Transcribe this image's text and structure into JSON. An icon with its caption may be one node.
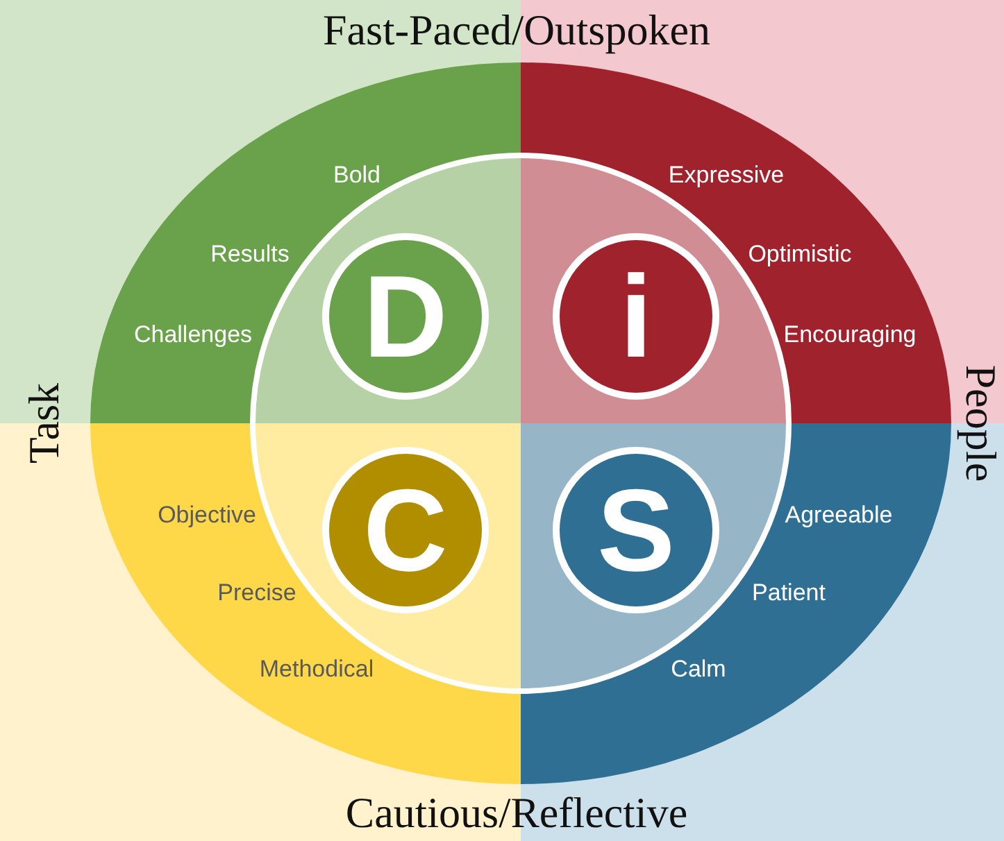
{
  "diagram": {
    "nodes": [
      {
        "text": [
          "D"
        ]
      },
      {
        "text": [
          "i"
        ]
      },
      {
        "text": [
          "C"
        ]
      },
      {
        "text": [
          "S"
        ]
      }
    ],
    "labels": [
      "Fast-Paced/Outspoken",
      "Bold",
      "Expressive",
      "Results",
      "Optimistic",
      "Challenges",
      "Encouraging",
      "Task",
      "People",
      "Objective",
      "Agreeable",
      "Precise",
      "Patient",
      "Methodical",
      "Calm",
      "Cautious/Reflective"
    ]
  }
}
